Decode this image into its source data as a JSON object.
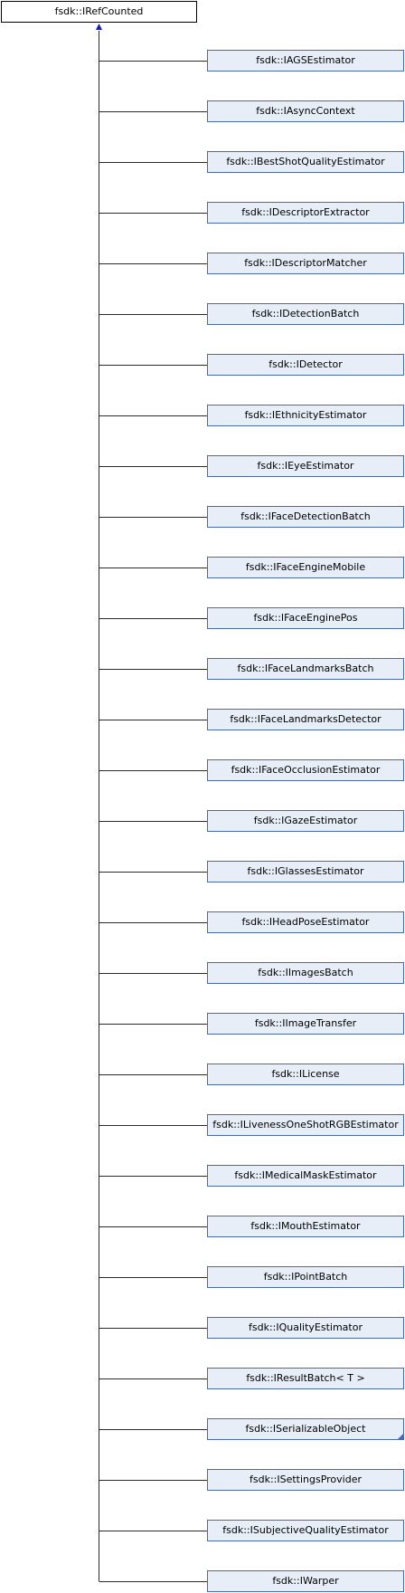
{
  "root": {
    "label": "fsdk::IRefCounted"
  },
  "children": [
    {
      "label": "fsdk::IAGSEstimator"
    },
    {
      "label": "fsdk::IAsyncContext"
    },
    {
      "label": "fsdk::IBestShotQualityEstimator"
    },
    {
      "label": "fsdk::IDescriptorExtractor"
    },
    {
      "label": "fsdk::IDescriptorMatcher"
    },
    {
      "label": "fsdk::IDetectionBatch"
    },
    {
      "label": "fsdk::IDetector"
    },
    {
      "label": "fsdk::IEthnicityEstimator"
    },
    {
      "label": "fsdk::IEyeEstimator"
    },
    {
      "label": "fsdk::IFaceDetectionBatch"
    },
    {
      "label": "fsdk::IFaceEngineMobile"
    },
    {
      "label": "fsdk::IFaceEnginePos"
    },
    {
      "label": "fsdk::IFaceLandmarksBatch"
    },
    {
      "label": "fsdk::IFaceLandmarksDetector"
    },
    {
      "label": "fsdk::IFaceOcclusionEstimator"
    },
    {
      "label": "fsdk::IGazeEstimator"
    },
    {
      "label": "fsdk::IGlassesEstimator"
    },
    {
      "label": "fsdk::IHeadPoseEstimator"
    },
    {
      "label": "fsdk::IImagesBatch"
    },
    {
      "label": "fsdk::IImageTransfer"
    },
    {
      "label": "fsdk::ILicense"
    },
    {
      "label": "fsdk::ILivenessOneShotRGBEstimator"
    },
    {
      "label": "fsdk::IMedicalMaskEstimator"
    },
    {
      "label": "fsdk::IMouthEstimator"
    },
    {
      "label": "fsdk::IPointBatch"
    },
    {
      "label": "fsdk::IQualityEstimator"
    },
    {
      "label": "fsdk::IResultBatch< T >"
    },
    {
      "label": "fsdk::ISerializableObject",
      "has_more": true
    },
    {
      "label": "fsdk::ISettingsProvider"
    },
    {
      "label": "fsdk::ISubjectiveQualityEstimator"
    },
    {
      "label": "fsdk::IWarper"
    }
  ],
  "colors": {
    "connector": "#1a1aa6",
    "node_fill": "#e8eef7",
    "node_border": "#4a6aaa",
    "root_border": "#000000"
  }
}
